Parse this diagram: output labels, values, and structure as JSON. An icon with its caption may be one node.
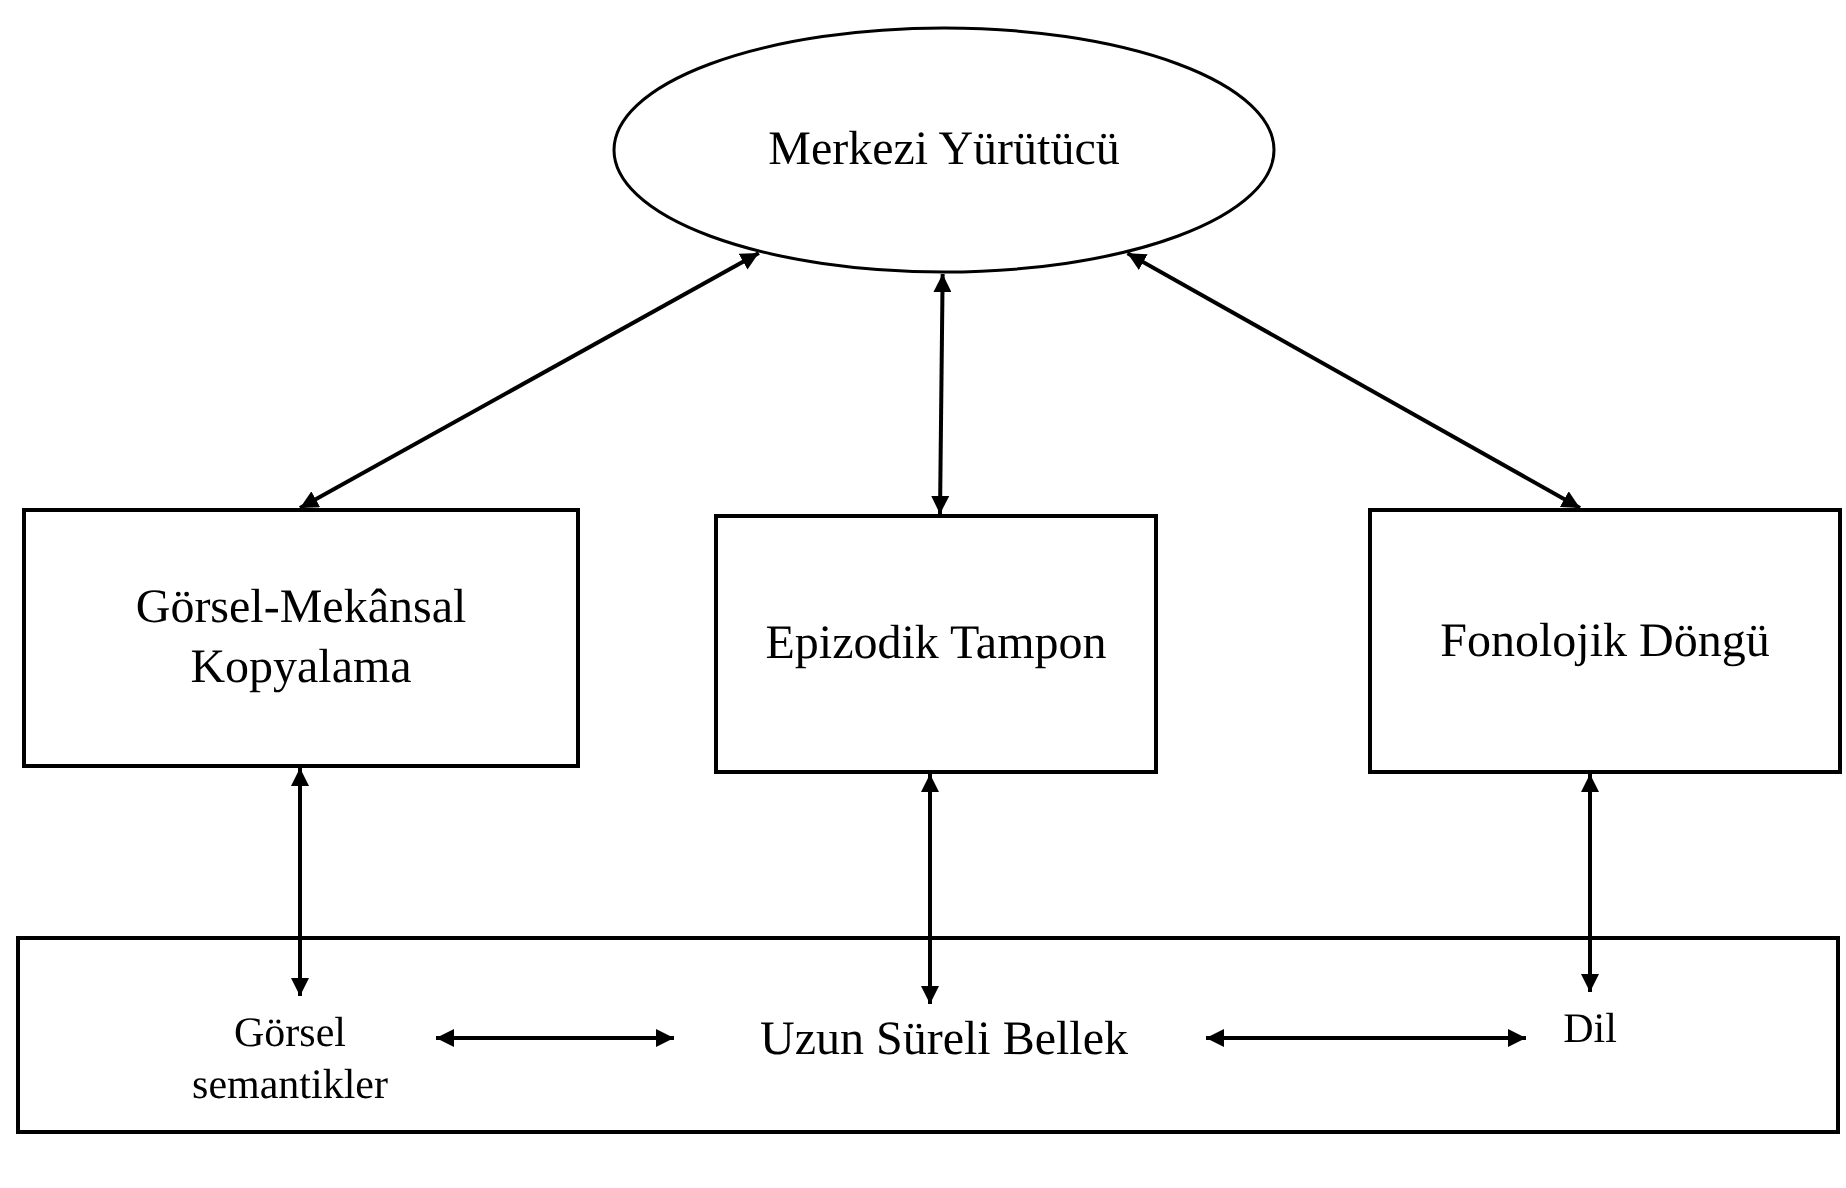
{
  "diagram": {
    "nodes": [
      {
        "text": [
          "Merkezi Yürütücü"
        ]
      },
      {
        "text": [
          "Görsel-Mekânsal Kopyalama"
        ]
      },
      {
        "text": [
          "Epizodik Tampon"
        ]
      },
      {
        "text": [
          "Fonolojik Döngü"
        ]
      },
      {
        "text": [],
        "shape": "box"
      },
      {
        "text": [
          "Görsel semantikler"
        ],
        "in": 4
      },
      {
        "text": [
          "Uzun Süreli Bellek"
        ],
        "in": 4
      },
      {
        "text": [
          "Dil"
        ],
        "in": 4
      }
    ],
    "edges": [
      {
        "from": 0,
        "to": 1,
        "arrow": "both"
      },
      {
        "from": 0,
        "to": 2,
        "arrow": "both"
      },
      {
        "from": 0,
        "to": 3,
        "arrow": "both"
      },
      {
        "from": 1,
        "to": 5,
        "arrow": "both"
      },
      {
        "from": 2,
        "to": 6,
        "arrow": "both"
      },
      {
        "from": 3,
        "to": 7,
        "arrow": "both"
      },
      {
        "from": 5,
        "to": 6,
        "arrow": "both"
      },
      {
        "from": 6,
        "to": 7,
        "arrow": "both"
      }
    ]
  }
}
